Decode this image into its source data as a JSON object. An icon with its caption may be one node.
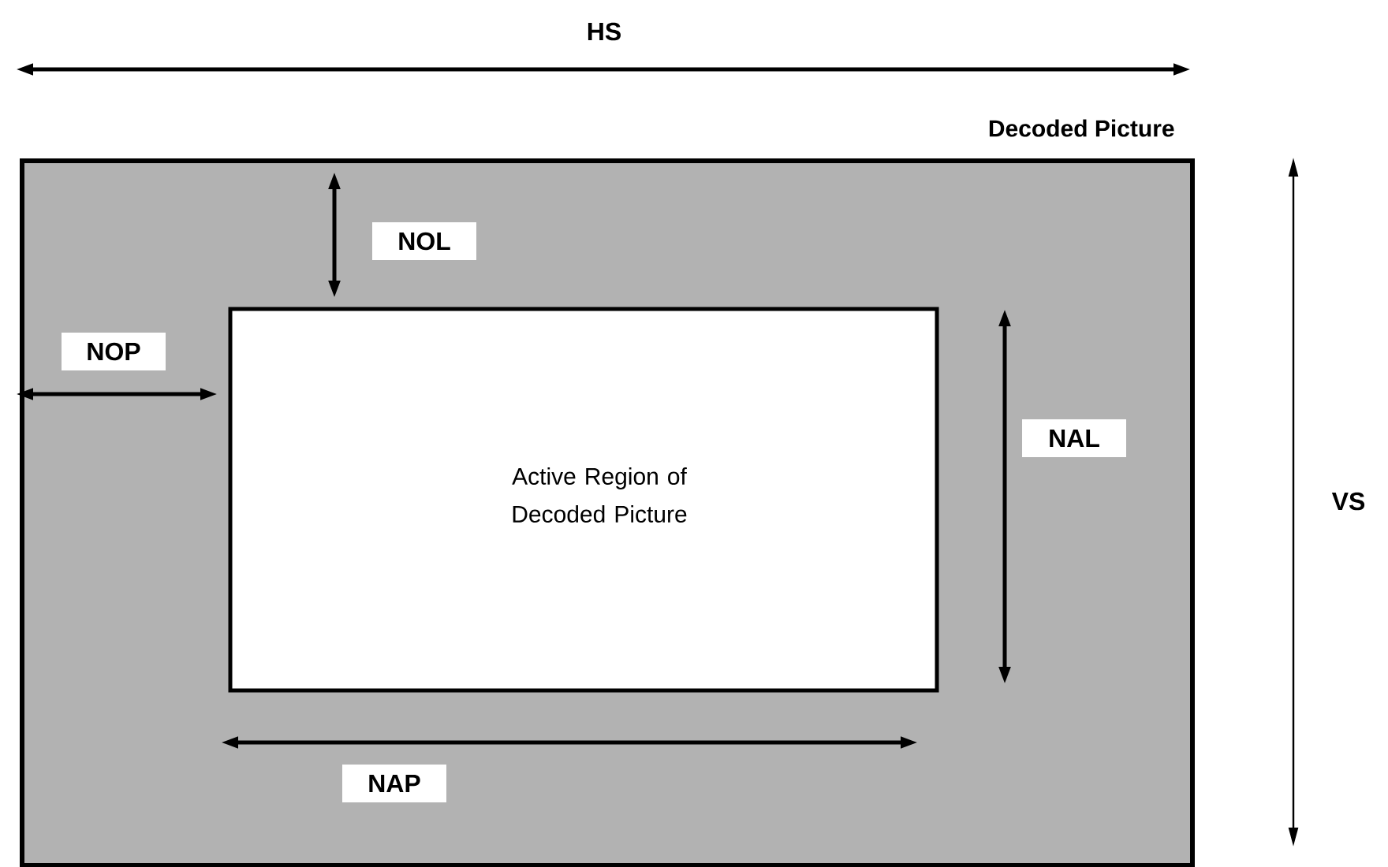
{
  "diagram": {
    "nodes": [
      {
        "text": [
          "Decoded Picture"
        ]
      },
      {
        "text": [
          "Active Region of Decoded Picture"
        ],
        "in": 0
      }
    ],
    "labels": [
      "HS",
      "NOL",
      "NOP",
      "NAL",
      "VS",
      "NAP"
    ]
  }
}
